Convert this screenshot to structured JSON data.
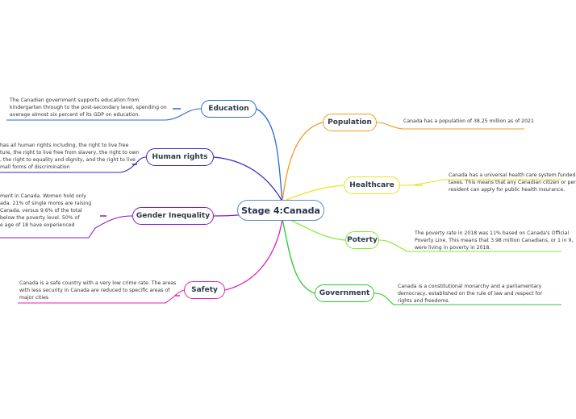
{
  "center": {
    "label": "Stage 4:Canada"
  },
  "colors": {
    "center_border": "#5a8fbf",
    "education": "#2a6dd2",
    "human_rights": "#3f22c8",
    "gender_inequality": "#8a18c4",
    "safety": "#de24b6",
    "population": "#f39a1c",
    "healthcare": "#e7e61e",
    "poverty": "#86ea2c",
    "government": "#2dc62d"
  },
  "topics": {
    "education": {
      "label": "Education"
    },
    "human_rights": {
      "label": "Human rights"
    },
    "gender_inequality": {
      "label": "Gender Inequality"
    },
    "safety": {
      "label": "Safety"
    },
    "population": {
      "label": "Population"
    },
    "healthcare": {
      "label": "Healthcare"
    },
    "poverty": {
      "label": "Poterty"
    },
    "government": {
      "label": "Government"
    }
  },
  "notes": {
    "education": [
      "The Canadian government  supports education from",
      "kindergarten through to the post-secondary level, spending on",
      "average almost six percent of its GDP on education."
    ],
    "human_rights": [
      "has all human rights including,  the right to live free",
      "ture, the right to live free from slavery, the right to own",
      ", the right to equality and dignity, and the right to live",
      "mall forms of discrimination"
    ],
    "gender_inequality": [
      "ment in Canada. Women hold only",
      "ada. 21% of single moms are raising",
      "Canada, versus 9.6% of the total",
      "below the poverty level.  50% of",
      "e age of 18 have experienced"
    ],
    "safety": [
      "Canada is a safe country with a very low crime rate. The areas",
      "with less security in Canada are reduced to specific areas of",
      "major cities"
    ],
    "population": [
      "Canada has a population of 38.25 million as of 2021"
    ],
    "healthcare": [
      "Canada has a universal health care system funded",
      "taxes. This means that any Canadian citizen or per",
      "resident can apply for public health insurance."
    ],
    "poverty": [
      "The poverty rate in 2018 was 11% based on Canada's Official",
      "Poverty Line. This means that 3.98 million Canadians, or 1 in 9,",
      "were living in poverty in 2018."
    ],
    "government": [
      "Canada is a constitutional monarchy and a parliamentary",
      "democracy, established on the rule of law and respect for",
      "rights and freedoms."
    ]
  }
}
